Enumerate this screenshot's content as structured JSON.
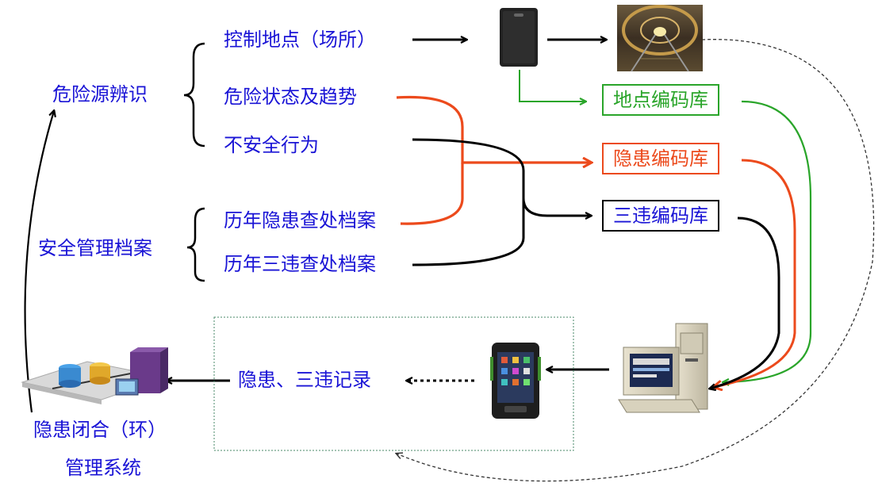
{
  "left": {
    "hazard_identification": "危险源辨识",
    "safety_archive": "安全管理档案"
  },
  "hazard_items": [
    "控制地点（场所）",
    "危险状态及趋势",
    "不安全行为"
  ],
  "archive_items": [
    "历年隐患查处档案",
    "历年三违查处档案"
  ],
  "libraries": {
    "location": "地点编码库",
    "hazard": "隐患编码库",
    "violation": "三违编码库"
  },
  "records": "隐患、三违记录",
  "system": [
    "隐患闭合（环）",
    "管理系统"
  ],
  "colors": {
    "text": "#1a14d6",
    "green": "#2aa52a",
    "red": "#ec4a1c",
    "black": "#000000"
  },
  "icons": [
    "card-reader-icon",
    "tunnel-photo-icon",
    "desktop-computer-icon",
    "handheld-terminal-icon",
    "database-server-icon"
  ]
}
